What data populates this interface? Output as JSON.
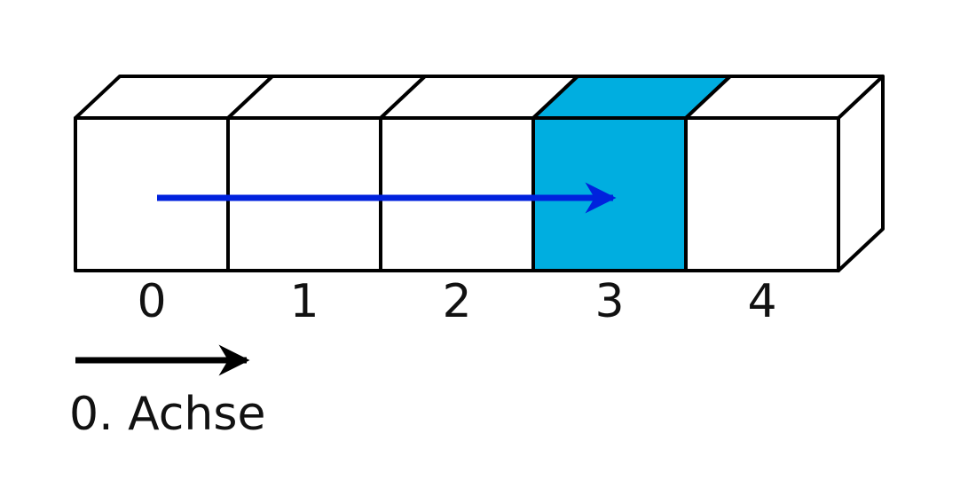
{
  "array": {
    "cells": [
      {
        "index_label": "0",
        "highlighted": false
      },
      {
        "index_label": "1",
        "highlighted": false
      },
      {
        "index_label": "2",
        "highlighted": false
      },
      {
        "index_label": "3",
        "highlighted": true
      },
      {
        "index_label": "4",
        "highlighted": false
      }
    ],
    "highlight_index": 3,
    "pointer_from_index": 0,
    "pointer_to_index": 3
  },
  "axis": {
    "label": "0. Achse"
  },
  "colors": {
    "stroke": "#000000",
    "cell_fill": "#ffffff",
    "highlight_fill": "#00aee0",
    "pointer_arrow": "#0022dd",
    "axis_arrow": "#000000"
  }
}
